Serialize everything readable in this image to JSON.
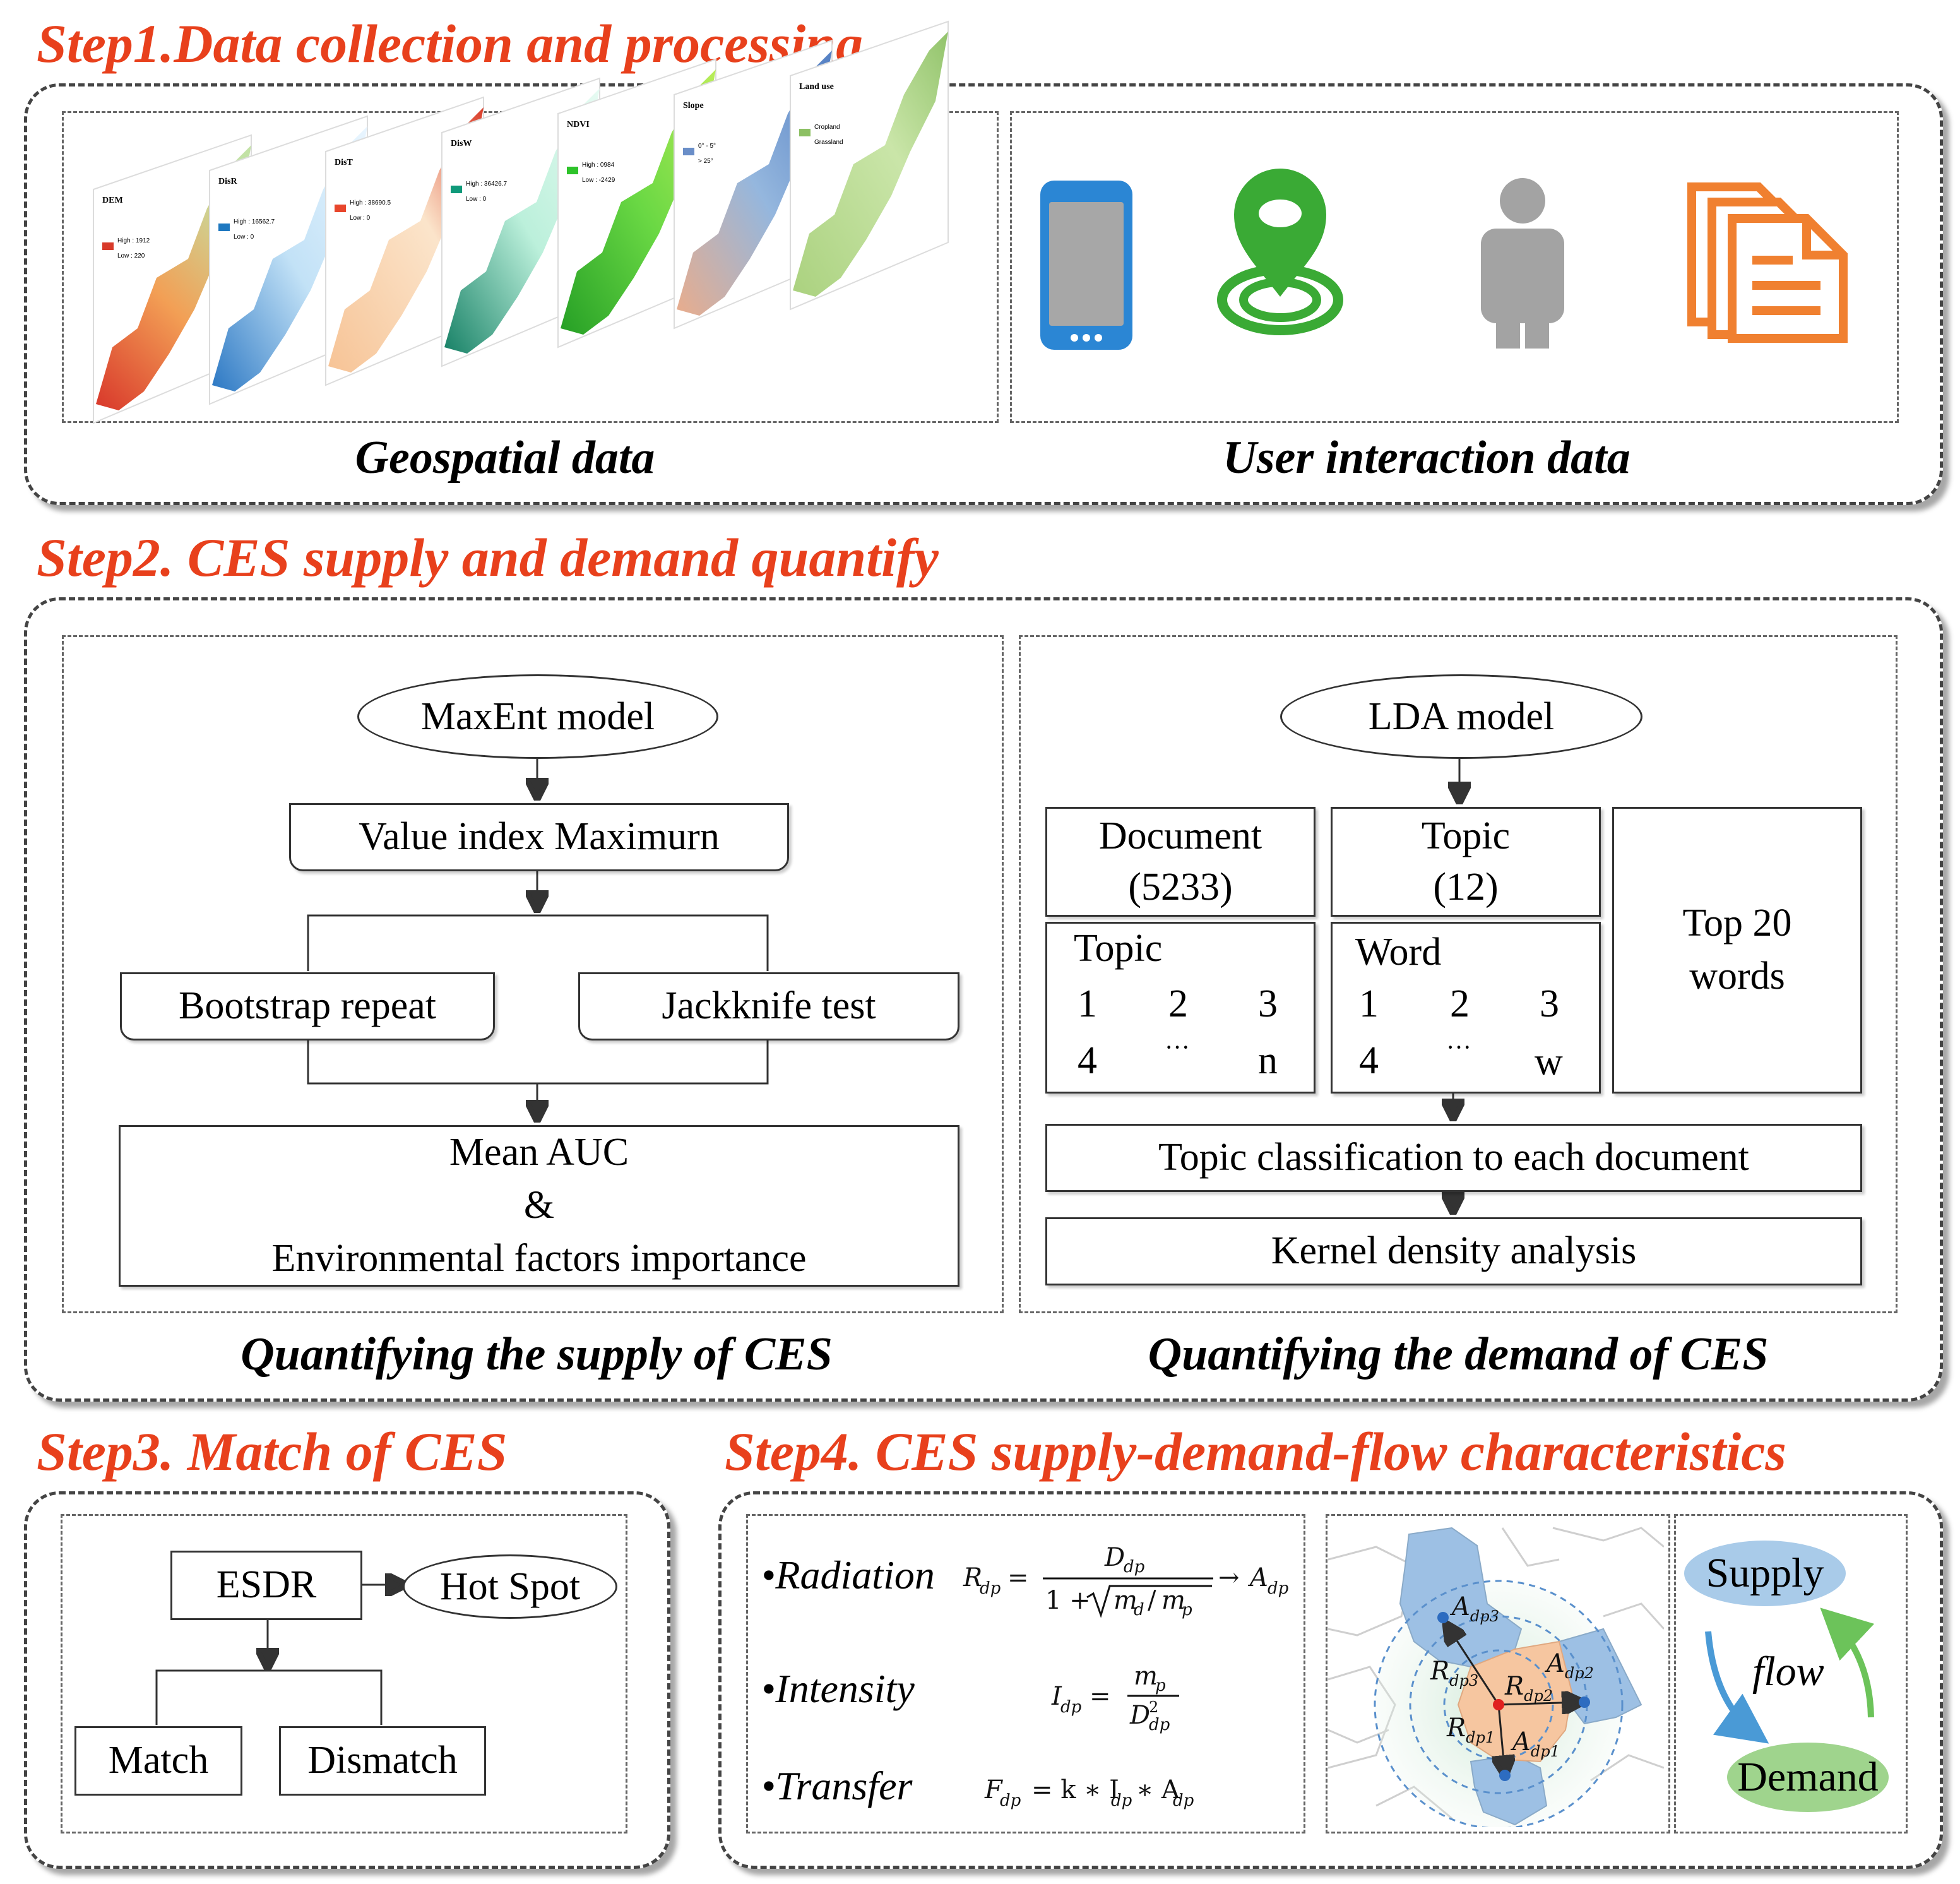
{
  "step1": {
    "title": "Step1.Data collection and processing",
    "geo_caption": "Geospatial data",
    "user_caption": "User interaction data",
    "maps": [
      {
        "title": "DEM",
        "high": "High : 1912",
        "low": "Low : 220",
        "color": "#d83a2a"
      },
      {
        "title": "DisR",
        "high": "High : 16562.7",
        "low": "Low : 0",
        "color": "#1e78c0"
      },
      {
        "title": "DisT",
        "high": "High : 38690.5",
        "low": "Low : 0",
        "color": "#e8462c"
      },
      {
        "title": "DisW",
        "high": "High : 36426.7",
        "low": "Low : 0",
        "color": "#0f9a7a"
      },
      {
        "title": "NDVI",
        "high": "High : 0984",
        "low": "Low : -2429",
        "color": "#2ec32a"
      },
      {
        "title": "Slope",
        "high": "0° - 5°",
        "low": "> 25°",
        "color": "#6a8ec8"
      },
      {
        "title": "Land use",
        "high": "Cropland",
        "low": "Grassland",
        "color": "#8cc063"
      }
    ],
    "icons": [
      "phone-icon",
      "location-pin-icon",
      "person-icon",
      "documents-icon"
    ]
  },
  "step2": {
    "title": "Step2. CES supply and demand quantify",
    "supply_caption": "Quantifying the supply of CES",
    "demand_caption": "Quantifying the demand of CES",
    "maxent": "MaxEnt model",
    "value_index": "Value index Maximurn",
    "bootstrap": "Bootstrap repeat",
    "jackknife": "Jackknife test",
    "mean_auc": "Mean AUC",
    "amp": "&",
    "env_factors": "Environmental factors importance",
    "lda": "LDA model",
    "document": "Document",
    "document_count": "(5233)",
    "topic": "Topic",
    "topic_count": "(12)",
    "top_words": "Top 20",
    "top_words_2": "words",
    "topic_matrix": {
      "label": "Topic",
      "row1": [
        "1",
        "2",
        "3"
      ],
      "row2": [
        "4",
        "···",
        "n"
      ]
    },
    "word_matrix": {
      "label": "Word",
      "row1": [
        "1",
        "2",
        "3"
      ],
      "row2": [
        "4",
        "···",
        "w"
      ]
    },
    "topic_classification": "Topic classification to each document",
    "kernel_density": "Kernel density analysis"
  },
  "step3": {
    "title": "Step3. Match of CES",
    "esdr": "ESDR",
    "hotspot": "Hot Spot",
    "match": "Match",
    "dismatch": "Dismatch"
  },
  "step4": {
    "title": "Step4. CES supply-demand-flow characteristics",
    "radiation": "•Radiation",
    "intensity": "•Intensity",
    "transfer": "•Transfer",
    "supply": "Supply",
    "flow": "flow",
    "demand": "Demand",
    "map_labels": [
      "A",
      "dp3",
      "A",
      "dp2",
      "R",
      "dp3",
      "R",
      "dp2",
      "R",
      "dp1",
      "A",
      "dp1"
    ]
  },
  "colors": {
    "accent": "#e8401c",
    "supply_fill": "#a9cbe9",
    "demand_fill": "#9fd48d",
    "phone": "#2b86d4",
    "pin": "#3aaa35",
    "person": "#a3a3a3",
    "docs": "#f08030"
  }
}
